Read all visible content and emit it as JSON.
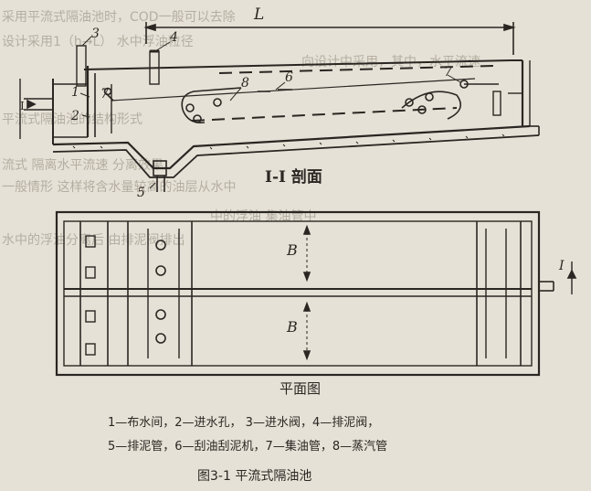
{
  "section": {
    "dimension_label": "L",
    "title": "I-I 剖面",
    "cut_mark": "I"
  },
  "plan": {
    "title": "平面图",
    "width_label": "B"
  },
  "callouts": [
    "1",
    "2",
    "3",
    "4",
    "5",
    "6",
    "7",
    "8"
  ],
  "legend": [
    "1—布水间，2—进水孔，    3—进水阀，4—排泥阀，",
    "5—排泥管，6—刮油刮泥机，7—集油管，8—蒸汽管"
  ],
  "caption": "图3-1   平流式隔油池",
  "bleed_through": [
    "采用平流式隔油池时，COD一般可以去除",
    "设计采用1（h→L）  水中浮油粒径",
    "向设计中采用，其中，水平流速",
    "平流式隔油池的结构形式",
    "流式  隔离水平流速  分离效果",
    "一般情形  这样将含水量较高的油层从水中",
    "中的浮油  集油管中",
    "水中的浮油分离后  由排泥阀排出"
  ]
}
